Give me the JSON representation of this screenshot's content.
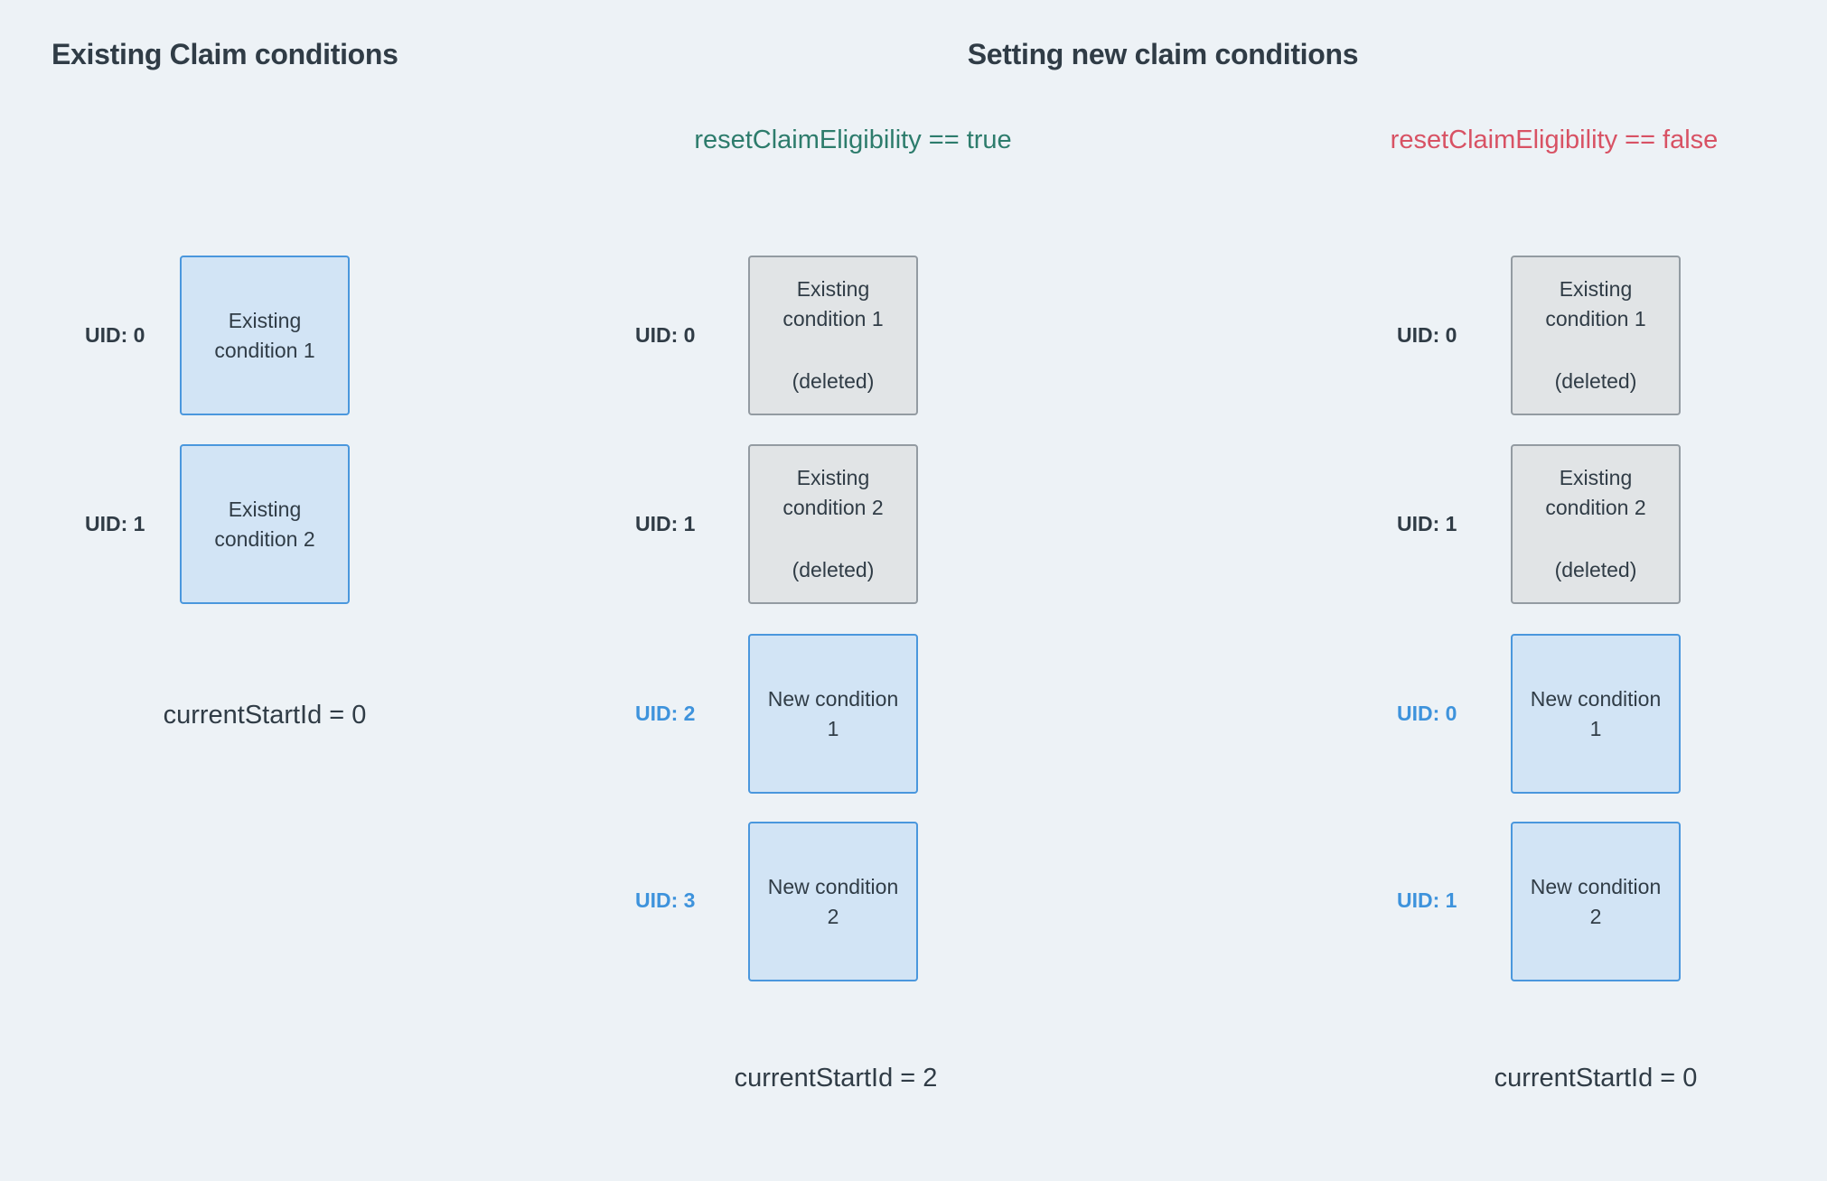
{
  "colors": {
    "background": "#edf2f6",
    "heading_text": "#303c46",
    "green_condition": "#2d7c6c",
    "red_condition": "#d85264",
    "blue_box_fill": "#d2e4f5",
    "blue_box_border": "#4a97dd",
    "gray_box_fill": "#e1e4e6",
    "gray_box_border": "#939ba2",
    "uid_blue": "#3e93dc"
  },
  "left": {
    "title": "Existing Claim conditions",
    "rows": [
      {
        "uid": "UID: 0",
        "line1": "Existing",
        "line2": "condition 1"
      },
      {
        "uid": "UID: 1",
        "line1": "Existing",
        "line2": "condition 2"
      }
    ],
    "footer": "currentStartId = 0"
  },
  "right": {
    "title": "Setting new claim conditions",
    "true_col": {
      "condition": "resetClaimEligibility == true",
      "rows": [
        {
          "uid": "UID: 0",
          "line1": "Existing",
          "line2": "condition 1",
          "deleted": "(deleted)"
        },
        {
          "uid": "UID: 1",
          "line1": "Existing",
          "line2": "condition 2",
          "deleted": "(deleted)"
        },
        {
          "uid": "UID: 2",
          "line1": "New condition",
          "line2": "1"
        },
        {
          "uid": "UID: 3",
          "line1": "New condition",
          "line2": "2"
        }
      ],
      "footer": "currentStartId = 2"
    },
    "false_col": {
      "condition": "resetClaimEligibility == false",
      "rows": [
        {
          "uid": "UID: 0",
          "line1": "Existing",
          "line2": "condition 1",
          "deleted": "(deleted)"
        },
        {
          "uid": "UID: 1",
          "line1": "Existing",
          "line2": "condition 2",
          "deleted": "(deleted)"
        },
        {
          "uid": "UID: 0",
          "line1": "New condition",
          "line2": "1"
        },
        {
          "uid": "UID: 1",
          "line1": "New condition",
          "line2": "2"
        }
      ],
      "footer": "currentStartId = 0"
    }
  }
}
